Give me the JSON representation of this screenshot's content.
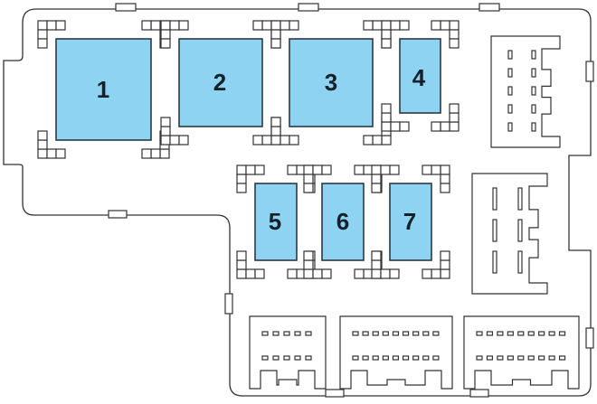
{
  "diagram": {
    "type": "fuse-box-layout",
    "relays": [
      {
        "label": "1"
      },
      {
        "label": "2"
      },
      {
        "label": "3"
      },
      {
        "label": "4"
      },
      {
        "label": "5"
      },
      {
        "label": "6"
      },
      {
        "label": "7"
      }
    ],
    "colors": {
      "relay_fill": "#8fd3f3",
      "outline": "#333333"
    }
  }
}
